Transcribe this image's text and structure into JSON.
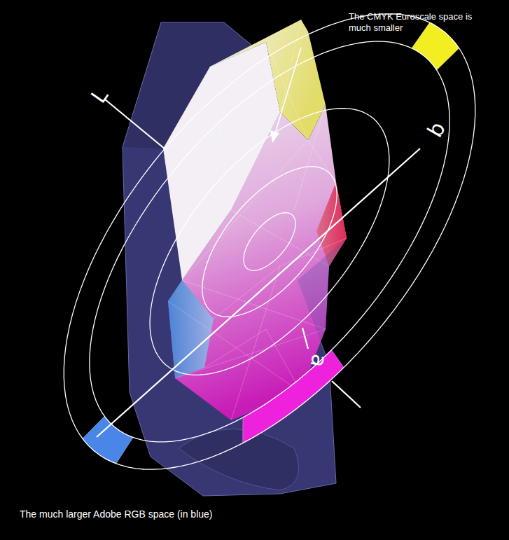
{
  "diagram": {
    "labels": [
      "The CMYK Euroscale space is much smaller",
      "The much larger Adobe RGB space (in blue)",
      "L",
      "b",
      "a"
    ]
  }
}
